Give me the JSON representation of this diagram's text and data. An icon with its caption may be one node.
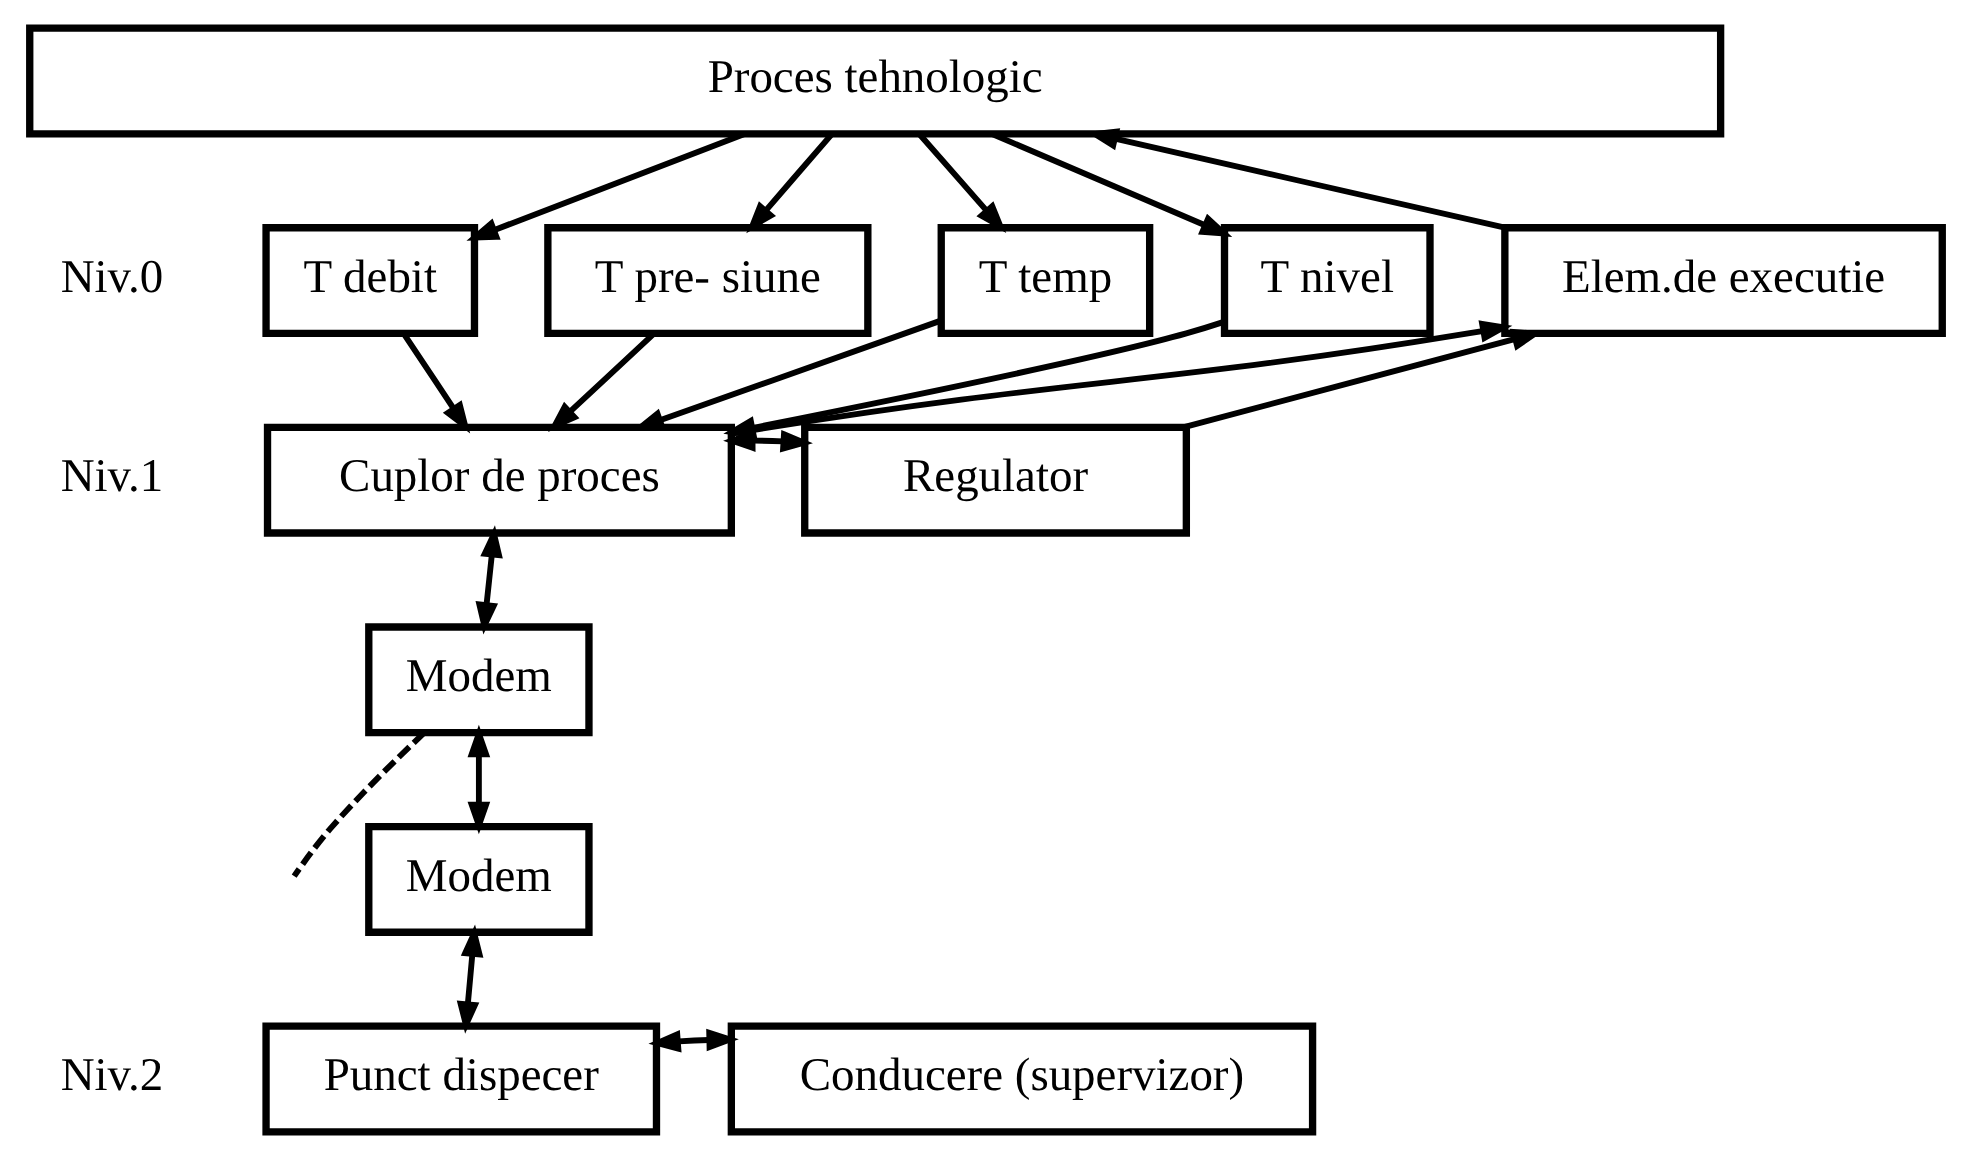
{
  "diagram": {
    "nodes": [
      {
        "text": [
          "Proces tehnologic"
        ]
      },
      {
        "text": [
          "T debit"
        ]
      },
      {
        "text": [
          "T pre- siune"
        ]
      },
      {
        "text": [
          "T temp"
        ]
      },
      {
        "text": [
          "T nivel"
        ]
      },
      {
        "text": [
          "Elem.de executie"
        ]
      },
      {
        "text": [
          "Cuplor de proces"
        ]
      },
      {
        "text": [
          "Regulator"
        ]
      },
      {
        "text": [
          "Modem"
        ]
      },
      {
        "text": [
          "Modem"
        ]
      },
      {
        "text": [
          "Punct dispecer"
        ]
      },
      {
        "text": [
          "Conducere (supervizor)"
        ]
      }
    ],
    "edges": [
      {
        "from": 0,
        "to": 1,
        "arrow": "to"
      },
      {
        "from": 0,
        "to": 2,
        "arrow": "to"
      },
      {
        "from": 0,
        "to": 3,
        "arrow": "to"
      },
      {
        "from": 0,
        "to": 4,
        "arrow": "to"
      },
      {
        "from": 5,
        "to": 0,
        "arrow": "to"
      },
      {
        "from": 1,
        "to": 6,
        "arrow": "to"
      },
      {
        "from": 2,
        "to": 6,
        "arrow": "to"
      },
      {
        "from": 3,
        "to": 6,
        "arrow": "to"
      },
      {
        "from": 4,
        "to": 6,
        "arrow": "to"
      },
      {
        "from": 6,
        "to": 5,
        "arrow": "to"
      },
      {
        "from": 7,
        "to": 5,
        "arrow": "to"
      },
      {
        "from": 6,
        "to": 7,
        "arrow": "both"
      },
      {
        "from": 6,
        "to": 8,
        "arrow": "both"
      },
      {
        "from": 8,
        "to": 9,
        "arrow": "both"
      },
      {
        "from": 8,
        "to": null,
        "arrow": "none",
        "style": "dashed"
      },
      {
        "from": 9,
        "to": 10,
        "arrow": "both"
      },
      {
        "from": 10,
        "to": 11,
        "arrow": "both"
      }
    ],
    "labels": [
      "Niv.0",
      "Niv.1",
      "Niv.2"
    ]
  }
}
